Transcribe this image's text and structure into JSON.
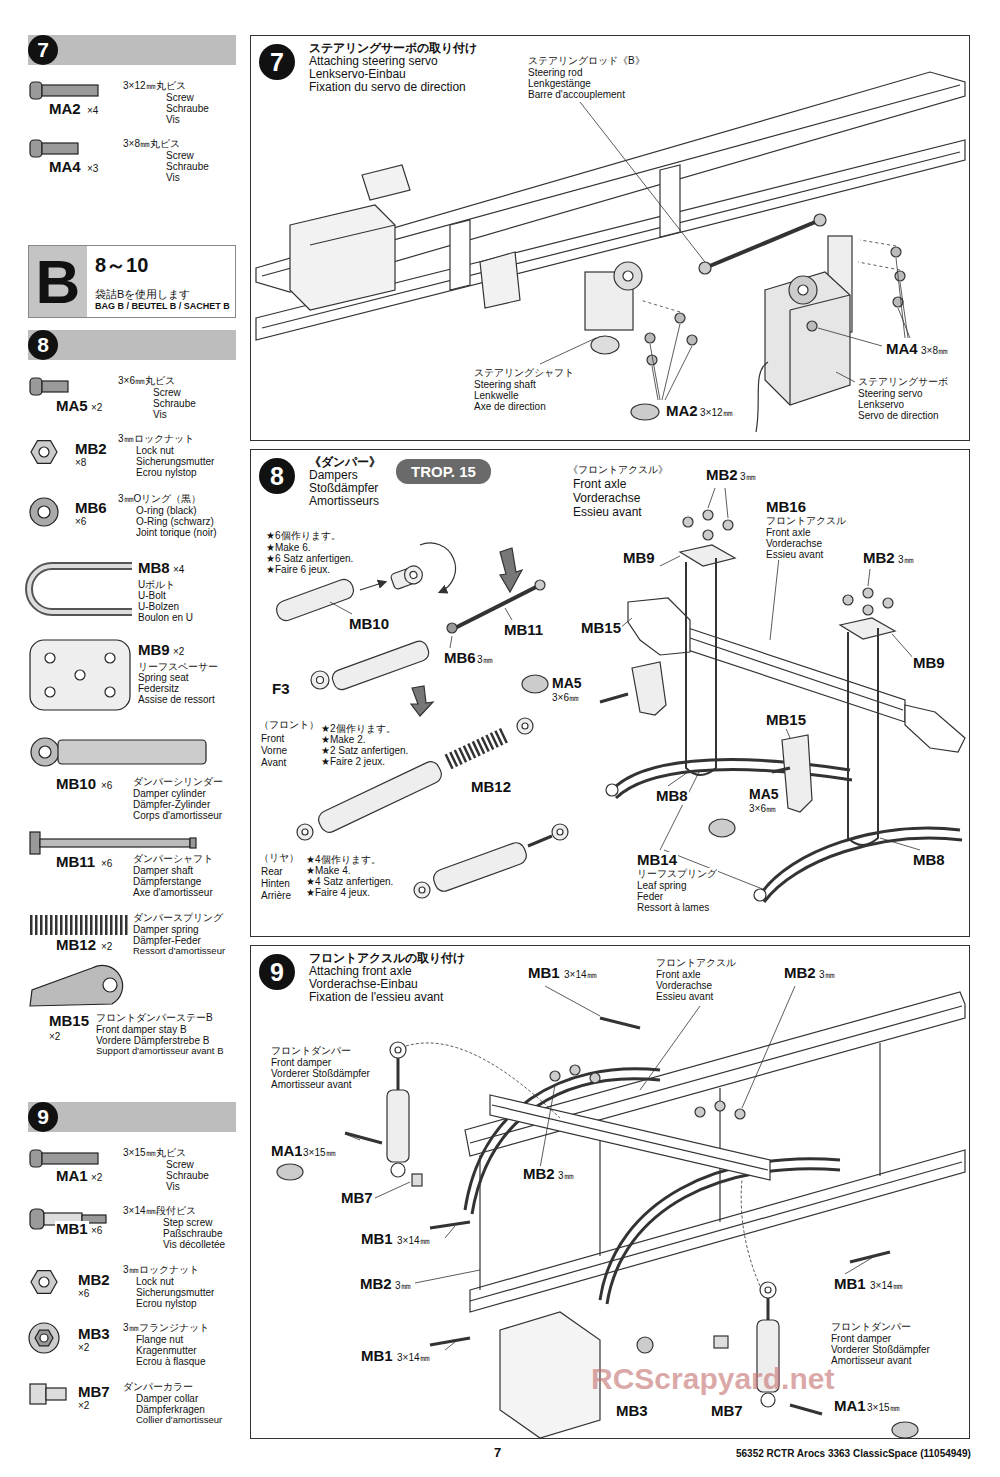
{
  "diagram": {
    "nodes": [
      {
        "text": [
          "7"
        ]
      },
      {
        "text": [
          "B",
          "8～10",
          "袋詰Bを使用します",
          "BAG B / BEUTEL B / SACHET B"
        ]
      },
      {
        "text": [
          "8"
        ]
      },
      {
        "text": [
          "9"
        ]
      },
      {
        "text": [
          "7",
          "ステアリングサーボの取り付け",
          "Attaching steering servo",
          "Lenkservo-Einbau",
          "Fixation du servo de direction"
        ]
      },
      {
        "text": [
          "8",
          "《ダンパー》",
          "Dampers",
          "Stoßdämpfer",
          "Amortisseurs"
        ]
      },
      {
        "text": [
          "TROP. 15"
        ],
        "in": 5
      },
      {
        "text": [
          "9",
          "フロントアクスルの取り付け",
          "Attaching front axle",
          "Vorderachse-Einbau",
          "Fixation de l'essieu avant"
        ]
      }
    ],
    "labels": [
      "MA2",
      "×4",
      "3×12㎜丸ビス",
      "Screw",
      "Schraube",
      "Vis",
      "MA4",
      "×3",
      "3×8㎜丸ビス",
      "Screw",
      "Schraube",
      "Vis",
      "MA5",
      "×2",
      "3×6㎜丸ビス",
      "Screw",
      "Schraube",
      "Vis",
      "MB2",
      "×8",
      "3㎜ロックナット",
      "Lock nut",
      "Sicherungsmutter",
      "Ecrou nylstop",
      "MB6",
      "×6",
      "3㎜Oリング（黒）",
      "O-ring (black)",
      "O-Ring (schwarz)",
      "Joint torique (noir)",
      "MB8",
      "×4",
      "Uボルト",
      "U-Bolt",
      "U-Bolzen",
      "Boulon en U",
      "MB9",
      "×2",
      "リーフスペーサー",
      "Spring seat",
      "Federsitz",
      "Assise de ressort",
      "MB10",
      "×6",
      "ダンパーシリンダー",
      "Damper cylinder",
      "Dämpfer-Zylinder",
      "Corps d'amortisseur",
      "MB11",
      "×6",
      "ダンパーシャフト",
      "Damper shaft",
      "Dämpferstange",
      "Axe d'amortisseur",
      "MB12",
      "×2",
      "ダンパースプリング",
      "Damper spring",
      "Dämpfer-Feder",
      "Ressort d'amortisseur",
      "MB15",
      "×2",
      "フロントダンパーステーB",
      "Front damper stay B",
      "Vordere Dämpferstrebe B",
      "Support d'amortisseur avant B",
      "MA1",
      "×2",
      "3×15㎜丸ビス",
      "Screw",
      "Schraube",
      "Vis",
      "MB1",
      "×6",
      "3×14㎜段付ビス",
      "Step screw",
      "Paßschraube",
      "Vis décolletée",
      "MB2",
      "×6",
      "3㎜ロックナット",
      "Lock nut",
      "Sicherungsmutter",
      "Ecrou nylstop",
      "MB3",
      "×2",
      "3㎜フランジナット",
      "Flange nut",
      "Kragenmutter",
      "Ecrou à flasque",
      "MB7",
      "×2",
      "ダンパーカラー",
      "Damper collar",
      "Dämpferkragen",
      "Collier d'amortisseur",
      "ステアリングロッド《B》",
      "Steering rod",
      "Lenkgestänge",
      "Barre d'accouplement",
      "ステアリングシャフト",
      "Steering shaft",
      "Lenkwelle",
      "Axe de direction",
      "MA2",
      "3×12㎜",
      "MA4",
      "3×8㎜",
      "ステアリングサーボ",
      "Steering servo",
      "Lenkservo",
      "Servo de direction",
      "★6個作ります。",
      "★Make 6.",
      "★6 Satz anfertigen.",
      "★Faire 6 jeux.",
      "MB10",
      "MB11",
      "MB6",
      "3㎜",
      "F3",
      "MA5",
      "3×6㎜",
      "（フロント）",
      "Front",
      "Vorne",
      "Avant",
      "★2個作ります。",
      "★Make 2.",
      "★2 Satz anfertigen.",
      "★Faire 2 jeux.",
      "MB12",
      "（リヤ）",
      "Rear",
      "Hinten",
      "Arrière",
      "★4個作ります。",
      "★Make 4.",
      "★4 Satz anfertigen.",
      "★Faire 4 jeux.",
      "《フロントアクスル》",
      "Front axle",
      "Vorderachse",
      "Essieu avant",
      "MB2",
      "3㎜",
      "MB16",
      "フロントアクスル",
      "Front axle",
      "Vorderachse",
      "Essieu avant",
      "MB9",
      "MB2",
      "3㎜",
      "MB15",
      "MB9",
      "MB15",
      "MB8",
      "MA5",
      "3×6㎜",
      "MB8",
      "MB14",
      "リーフスプリング",
      "Leaf spring",
      "Feder",
      "Ressort à lames",
      "MB1",
      "3×14㎜",
      "フロントアクスル",
      "Front axle",
      "Vorderachse",
      "Essieu avant",
      "MB2",
      "3㎜",
      "フロントダンパー",
      "Front damper",
      "Vorderer Stoßdämpfer",
      "Amortisseur avant",
      "MA1",
      "3×15㎜",
      "MB2",
      "3㎜",
      "MB7",
      "MB1",
      "3×14㎜",
      "MB1",
      "3×14㎜",
      "MB2",
      "3㎜",
      "フロントダンパー",
      "Front damper",
      "Vorderer Stoßdämpfer",
      "Amortisseur avant",
      "MB1",
      "3×14㎜",
      "MB3",
      "MB7",
      "MA1",
      "3×15㎜",
      "RCScrapyard.net",
      "7",
      "56352 RCTR Arocs 3363 ClassicSpace (11054949)"
    ]
  }
}
